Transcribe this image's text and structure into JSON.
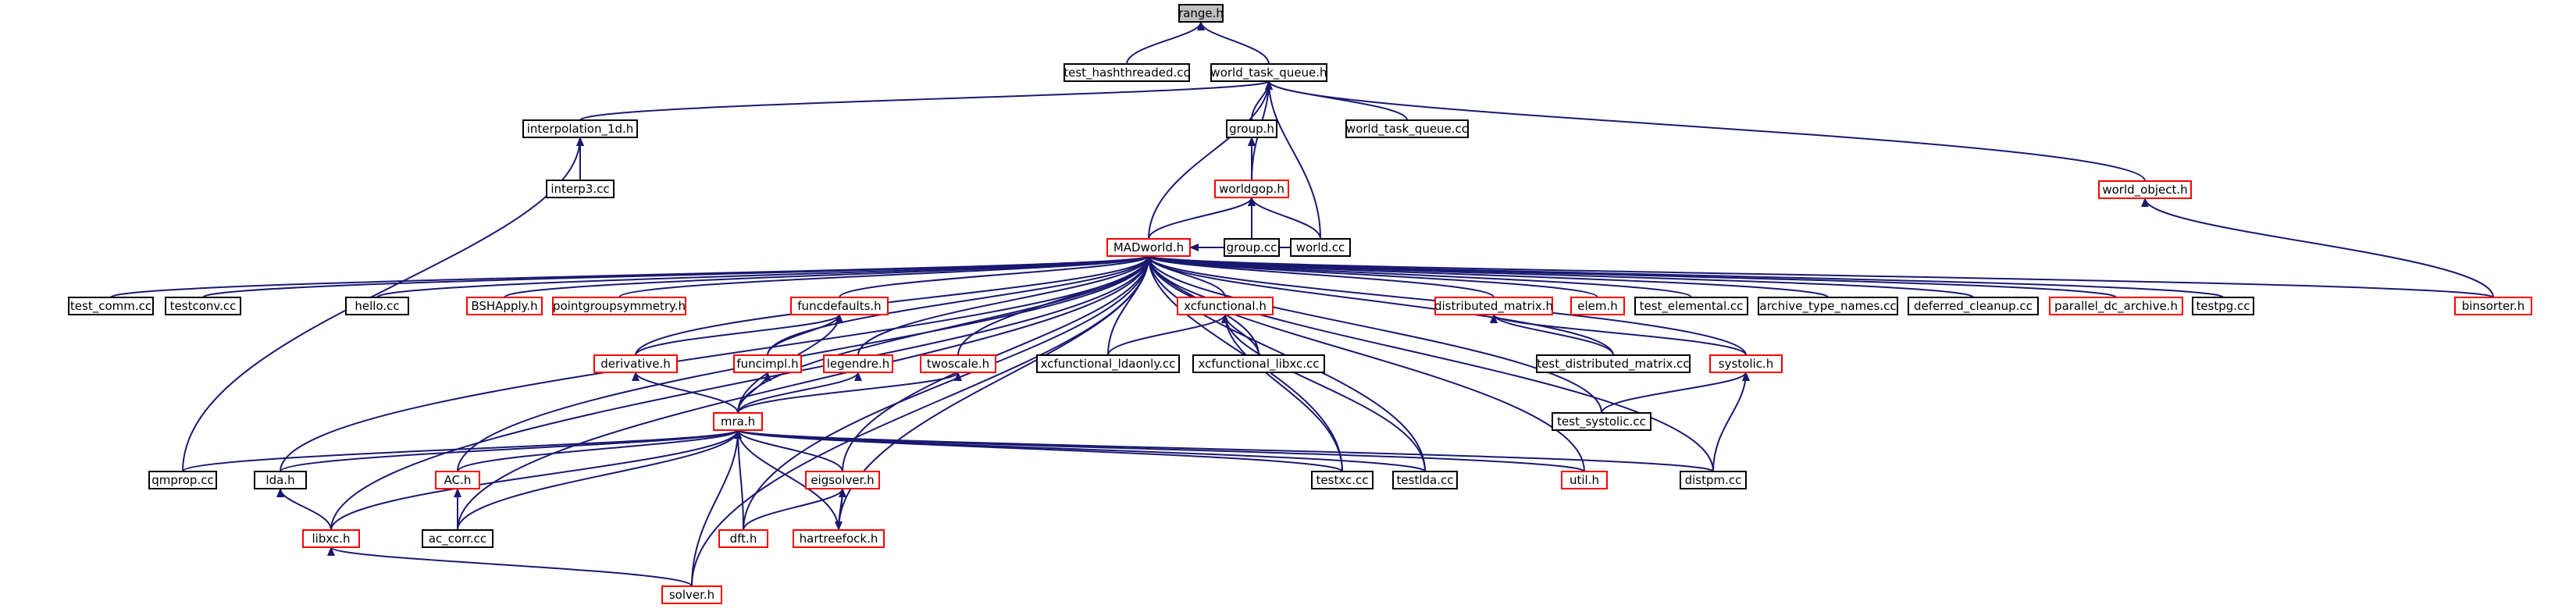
{
  "colors": {
    "edge": "#191970",
    "normal_border": "#000000",
    "truncated_border": "#ff0000",
    "root_fill": "#bfbfbf",
    "node_fill": "#ffffff"
  },
  "graph": {
    "nodes": [
      {
        "id": "range",
        "label": "range.h",
        "kind": "root"
      },
      {
        "id": "test_hashthreaded",
        "label": "test_hashthreaded.cc",
        "kind": "normal"
      },
      {
        "id": "world_task_queue_h",
        "label": "world_task_queue.h",
        "kind": "normal"
      },
      {
        "id": "interpolation_1d",
        "label": "interpolation_1d.h",
        "kind": "normal"
      },
      {
        "id": "group_h",
        "label": "group.h",
        "kind": "normal"
      },
      {
        "id": "world_task_queue_cc",
        "label": "world_task_queue.cc",
        "kind": "normal"
      },
      {
        "id": "world_object",
        "label": "world_object.h",
        "kind": "truncated"
      },
      {
        "id": "interp3",
        "label": "interp3.cc",
        "kind": "normal"
      },
      {
        "id": "worldgop",
        "label": "worldgop.h",
        "kind": "truncated"
      },
      {
        "id": "madworld",
        "label": "MADworld.h",
        "kind": "truncated"
      },
      {
        "id": "group_cc",
        "label": "group.cc",
        "kind": "normal"
      },
      {
        "id": "world_cc",
        "label": "world.cc",
        "kind": "normal"
      },
      {
        "id": "test_comm",
        "label": "test_comm.cc",
        "kind": "normal"
      },
      {
        "id": "testconv",
        "label": "testconv.cc",
        "kind": "normal"
      },
      {
        "id": "hello",
        "label": "hello.cc",
        "kind": "normal"
      },
      {
        "id": "bshapply",
        "label": "BSHApply.h",
        "kind": "truncated"
      },
      {
        "id": "pointgroupsymmetry",
        "label": "pointgroupsymmetry.h",
        "kind": "truncated"
      },
      {
        "id": "funcdefaults",
        "label": "funcdefaults.h",
        "kind": "truncated"
      },
      {
        "id": "xcfunctional",
        "label": "xcfunctional.h",
        "kind": "truncated"
      },
      {
        "id": "distributed_matrix",
        "label": "distributed_matrix.h",
        "kind": "truncated"
      },
      {
        "id": "elem",
        "label": "elem.h",
        "kind": "truncated"
      },
      {
        "id": "test_elemental",
        "label": "test_elemental.cc",
        "kind": "normal"
      },
      {
        "id": "archive_type_names",
        "label": "archive_type_names.cc",
        "kind": "normal"
      },
      {
        "id": "deferred_cleanup",
        "label": "deferred_cleanup.cc",
        "kind": "normal"
      },
      {
        "id": "parallel_dc_archive",
        "label": "parallel_dc_archive.h",
        "kind": "truncated"
      },
      {
        "id": "testpg",
        "label": "testpg.cc",
        "kind": "normal"
      },
      {
        "id": "binsorter",
        "label": "binsorter.h",
        "kind": "truncated"
      },
      {
        "id": "derivative",
        "label": "derivative.h",
        "kind": "truncated"
      },
      {
        "id": "funcimpl",
        "label": "funcimpl.h",
        "kind": "truncated"
      },
      {
        "id": "legendre",
        "label": "legendre.h",
        "kind": "truncated"
      },
      {
        "id": "twoscale",
        "label": "twoscale.h",
        "kind": "truncated"
      },
      {
        "id": "xcfunctional_ldaonly",
        "label": "xcfunctional_ldaonly.cc",
        "kind": "normal"
      },
      {
        "id": "xcfunctional_libxc",
        "label": "xcfunctional_libxc.cc",
        "kind": "normal"
      },
      {
        "id": "test_distributed_matrix",
        "label": "test_distributed_matrix.cc",
        "kind": "normal"
      },
      {
        "id": "systolic",
        "label": "systolic.h",
        "kind": "truncated"
      },
      {
        "id": "test_systolic",
        "label": "test_systolic.cc",
        "kind": "normal"
      },
      {
        "id": "mra",
        "label": "mra.h",
        "kind": "truncated"
      },
      {
        "id": "qmprop",
        "label": "qmprop.cc",
        "kind": "normal"
      },
      {
        "id": "lda",
        "label": "lda.h",
        "kind": "normal"
      },
      {
        "id": "ac_h",
        "label": "AC.h",
        "kind": "truncated"
      },
      {
        "id": "eigsolver",
        "label": "eigsolver.h",
        "kind": "truncated"
      },
      {
        "id": "testxc",
        "label": "testxc.cc",
        "kind": "normal"
      },
      {
        "id": "testlda",
        "label": "testlda.cc",
        "kind": "normal"
      },
      {
        "id": "util",
        "label": "util.h",
        "kind": "truncated"
      },
      {
        "id": "distpm",
        "label": "distpm.cc",
        "kind": "normal"
      },
      {
        "id": "libxc",
        "label": "libxc.h",
        "kind": "truncated"
      },
      {
        "id": "ac_corr",
        "label": "ac_corr.cc",
        "kind": "normal"
      },
      {
        "id": "dft",
        "label": "dft.h",
        "kind": "truncated"
      },
      {
        "id": "hartreefock",
        "label": "hartreefock.h",
        "kind": "truncated"
      },
      {
        "id": "solver",
        "label": "solver.h",
        "kind": "truncated"
      }
    ],
    "edges": [
      {
        "from": "test_hashthreaded",
        "to": "range"
      },
      {
        "from": "world_task_queue_h",
        "to": "range"
      },
      {
        "from": "interpolation_1d",
        "to": "world_task_queue_h"
      },
      {
        "from": "group_h",
        "to": "world_task_queue_h"
      },
      {
        "from": "world_task_queue_cc",
        "to": "world_task_queue_h"
      },
      {
        "from": "world_object",
        "to": "world_task_queue_h"
      },
      {
        "from": "worldgop",
        "to": "world_task_queue_h"
      },
      {
        "from": "madworld",
        "to": "world_task_queue_h"
      },
      {
        "from": "world_cc",
        "to": "world_task_queue_h"
      },
      {
        "from": "interp3",
        "to": "interpolation_1d"
      },
      {
        "from": "qmprop",
        "to": "interpolation_1d"
      },
      {
        "from": "worldgop",
        "to": "group_h"
      },
      {
        "from": "group_cc",
        "to": "group_h"
      },
      {
        "from": "binsorter",
        "to": "world_object"
      },
      {
        "from": "madworld",
        "to": "worldgop"
      },
      {
        "from": "group_cc",
        "to": "worldgop"
      },
      {
        "from": "world_cc",
        "to": "worldgop"
      },
      {
        "from": "group_cc",
        "to": "madworld"
      },
      {
        "from": "world_cc",
        "to": "madworld"
      },
      {
        "from": "test_comm",
        "to": "madworld"
      },
      {
        "from": "testconv",
        "to": "madworld"
      },
      {
        "from": "hello",
        "to": "madworld"
      },
      {
        "from": "bshapply",
        "to": "madworld"
      },
      {
        "from": "pointgroupsymmetry",
        "to": "madworld"
      },
      {
        "from": "funcdefaults",
        "to": "madworld"
      },
      {
        "from": "xcfunctional",
        "to": "madworld"
      },
      {
        "from": "distributed_matrix",
        "to": "madworld"
      },
      {
        "from": "elem",
        "to": "madworld"
      },
      {
        "from": "test_elemental",
        "to": "madworld"
      },
      {
        "from": "archive_type_names",
        "to": "madworld"
      },
      {
        "from": "deferred_cleanup",
        "to": "madworld"
      },
      {
        "from": "parallel_dc_archive",
        "to": "madworld"
      },
      {
        "from": "testpg",
        "to": "madworld"
      },
      {
        "from": "binsorter",
        "to": "madworld"
      },
      {
        "from": "derivative",
        "to": "madworld"
      },
      {
        "from": "funcimpl",
        "to": "madworld"
      },
      {
        "from": "legendre",
        "to": "madworld"
      },
      {
        "from": "twoscale",
        "to": "madworld"
      },
      {
        "from": "xcfunctional_ldaonly",
        "to": "madworld"
      },
      {
        "from": "xcfunctional_libxc",
        "to": "madworld"
      },
      {
        "from": "test_distributed_matrix",
        "to": "madworld"
      },
      {
        "from": "systolic",
        "to": "madworld"
      },
      {
        "from": "test_systolic",
        "to": "madworld"
      },
      {
        "from": "mra",
        "to": "madworld"
      },
      {
        "from": "lda",
        "to": "madworld"
      },
      {
        "from": "ac_h",
        "to": "madworld"
      },
      {
        "from": "eigsolver",
        "to": "madworld"
      },
      {
        "from": "testxc",
        "to": "madworld"
      },
      {
        "from": "testlda",
        "to": "madworld"
      },
      {
        "from": "util",
        "to": "madworld"
      },
      {
        "from": "distpm",
        "to": "madworld"
      },
      {
        "from": "libxc",
        "to": "madworld"
      },
      {
        "from": "ac_corr",
        "to": "madworld"
      },
      {
        "from": "dft",
        "to": "madworld"
      },
      {
        "from": "hartreefock",
        "to": "madworld"
      },
      {
        "from": "solver",
        "to": "madworld"
      },
      {
        "from": "derivative",
        "to": "funcdefaults"
      },
      {
        "from": "funcimpl",
        "to": "funcdefaults"
      },
      {
        "from": "xcfunctional_ldaonly",
        "to": "xcfunctional"
      },
      {
        "from": "xcfunctional_libxc",
        "to": "xcfunctional"
      },
      {
        "from": "testxc",
        "to": "xcfunctional"
      },
      {
        "from": "testlda",
        "to": "xcfunctional"
      },
      {
        "from": "test_distributed_matrix",
        "to": "distributed_matrix"
      },
      {
        "from": "systolic",
        "to": "distributed_matrix"
      },
      {
        "from": "test_systolic",
        "to": "systolic"
      },
      {
        "from": "distpm",
        "to": "systolic"
      },
      {
        "from": "mra",
        "to": "derivative"
      },
      {
        "from": "mra",
        "to": "funcimpl"
      },
      {
        "from": "mra",
        "to": "legendre"
      },
      {
        "from": "mra",
        "to": "twoscale"
      },
      {
        "from": "mra",
        "to": "funcdefaults"
      },
      {
        "from": "qmprop",
        "to": "mra"
      },
      {
        "from": "lda",
        "to": "mra"
      },
      {
        "from": "ac_h",
        "to": "mra"
      },
      {
        "from": "eigsolver",
        "to": "mra"
      },
      {
        "from": "testxc",
        "to": "mra"
      },
      {
        "from": "testlda",
        "to": "mra"
      },
      {
        "from": "util",
        "to": "mra"
      },
      {
        "from": "distpm",
        "to": "mra"
      },
      {
        "from": "libxc",
        "to": "mra"
      },
      {
        "from": "ac_corr",
        "to": "mra"
      },
      {
        "from": "dft",
        "to": "mra"
      },
      {
        "from": "hartreefock",
        "to": "mra"
      },
      {
        "from": "solver",
        "to": "mra"
      },
      {
        "from": "libxc",
        "to": "lda"
      },
      {
        "from": "ac_corr",
        "to": "ac_h"
      },
      {
        "from": "dft",
        "to": "eigsolver"
      },
      {
        "from": "hartreefock",
        "to": "eigsolver"
      },
      {
        "from": "eigsolver",
        "to": "hartreefock"
      },
      {
        "from": "solver",
        "to": "libxc"
      }
    ]
  }
}
